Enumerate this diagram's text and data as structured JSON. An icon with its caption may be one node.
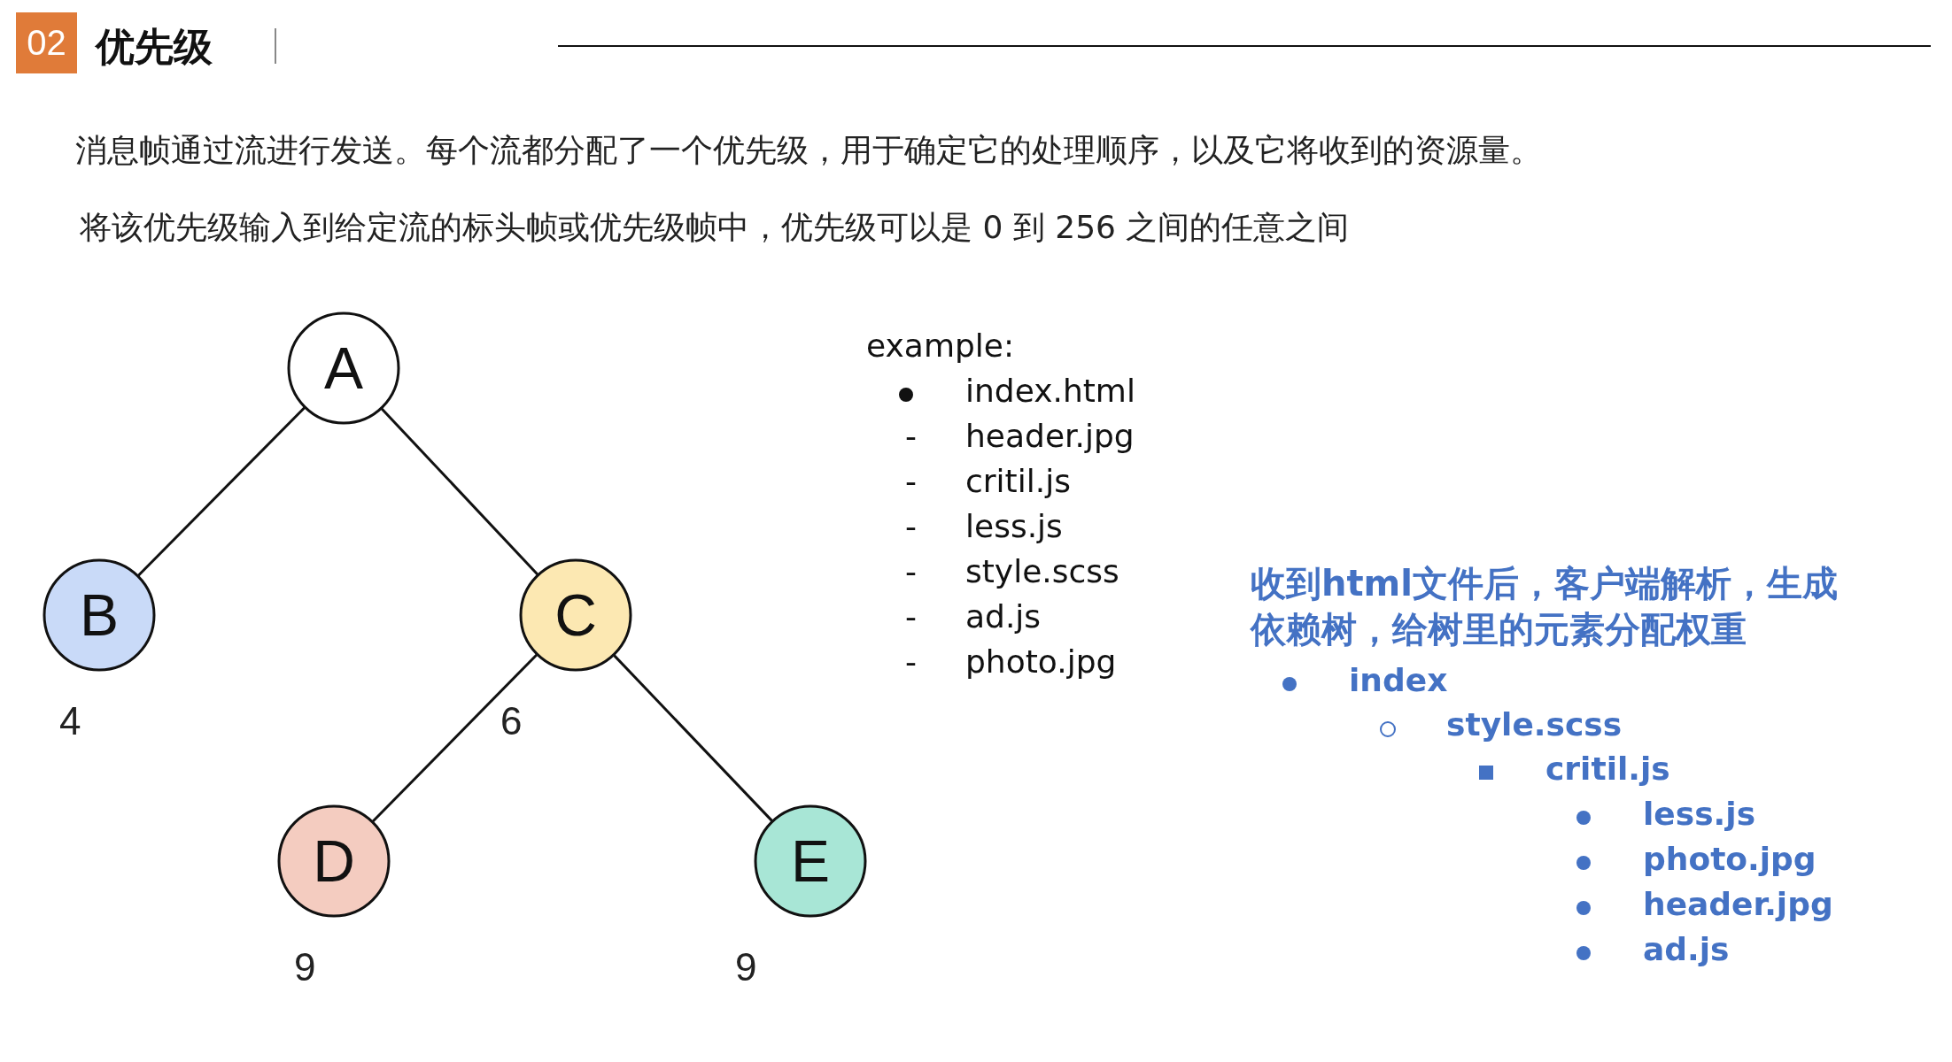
{
  "diagram": {
    "title": "优先级",
    "nodes": [
      {
        "text": [
          "A"
        ]
      },
      {
        "text": [
          "B"
        ],
        "beside": [
          "4"
        ]
      },
      {
        "text": [
          "C"
        ],
        "beside": [
          "6"
        ]
      },
      {
        "text": [
          "D"
        ],
        "beside": [
          "9"
        ]
      },
      {
        "text": [
          "E"
        ],
        "beside": [
          "9"
        ]
      }
    ],
    "edges": [
      {
        "from": 0,
        "to": 1,
        "arrow": "none"
      },
      {
        "from": 0,
        "to": 2,
        "arrow": "none"
      },
      {
        "from": 2,
        "to": 3,
        "arrow": "none"
      },
      {
        "from": 2,
        "to": 4,
        "arrow": "none"
      }
    ],
    "labels": [
      "02",
      "消息帧通过流进行发送。每个流都分配了一个优先级，用于确定它的处理顺序，以及它将收到的资源量。",
      "将该优先级输入到给定流的标头帧或优先级帧中，优先级可以是 0 到 256 之间的任意之间",
      "example:",
      "index.html",
      "-",
      "header.jpg",
      "-",
      "critil.js",
      "-",
      "less.js",
      "-",
      "style.scss",
      "-",
      "ad.js",
      "-",
      "photo.jpg",
      "收到html文件后，客户端解析，生成依赖树，给树里的元素分配权重",
      "index",
      "style.scss",
      "critil.js",
      "less.js",
      "photo.jpg",
      "header.jpg",
      "ad.js"
    ]
  }
}
